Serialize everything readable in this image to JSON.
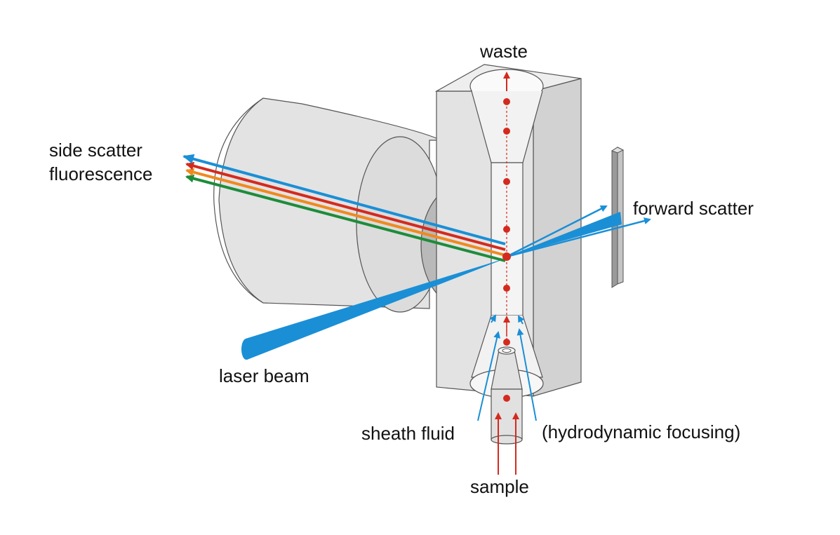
{
  "labels": {
    "waste": "waste",
    "side_scatter": "side scatter",
    "fluorescence": "fluorescence",
    "forward_scatter": "forward scatter",
    "laser_beam": "laser beam",
    "sheath_fluid": "sheath fluid",
    "hydrodynamic_focusing": "(hydrodynamic focusing)",
    "sample": "sample"
  },
  "colors": {
    "blue": "#1a8fd6",
    "red": "#d42a1e",
    "orange": "#ef8a1f",
    "green": "#1e8c3a",
    "body_fill": "#e3e3e3",
    "body_dark": "#bdbdbd",
    "outline": "#555555"
  }
}
